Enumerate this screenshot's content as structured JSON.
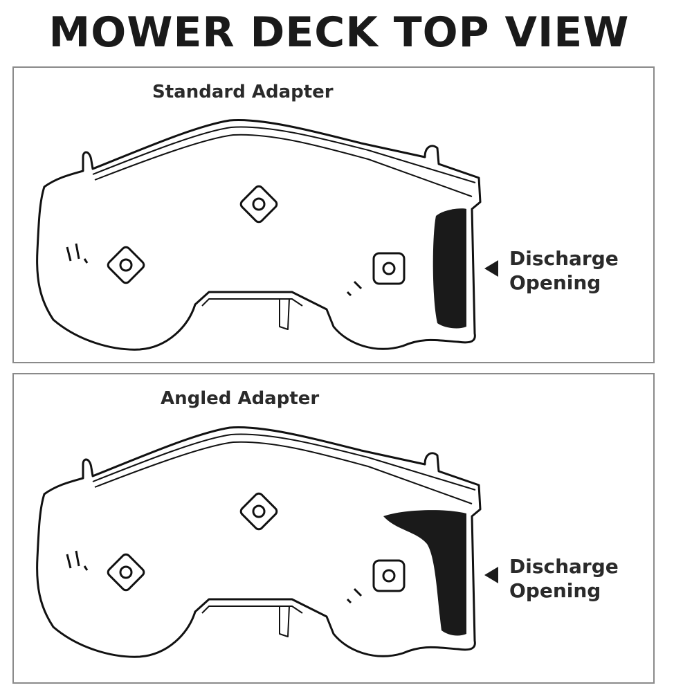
{
  "title": "MOWER DECK TOP VIEW",
  "panels": [
    {
      "label": "Standard Adapter",
      "callout_line1": "Discharge",
      "callout_line2": "Opening"
    },
    {
      "label": "Angled Adapter",
      "callout_line1": "Discharge",
      "callout_line2": "Opening"
    }
  ]
}
